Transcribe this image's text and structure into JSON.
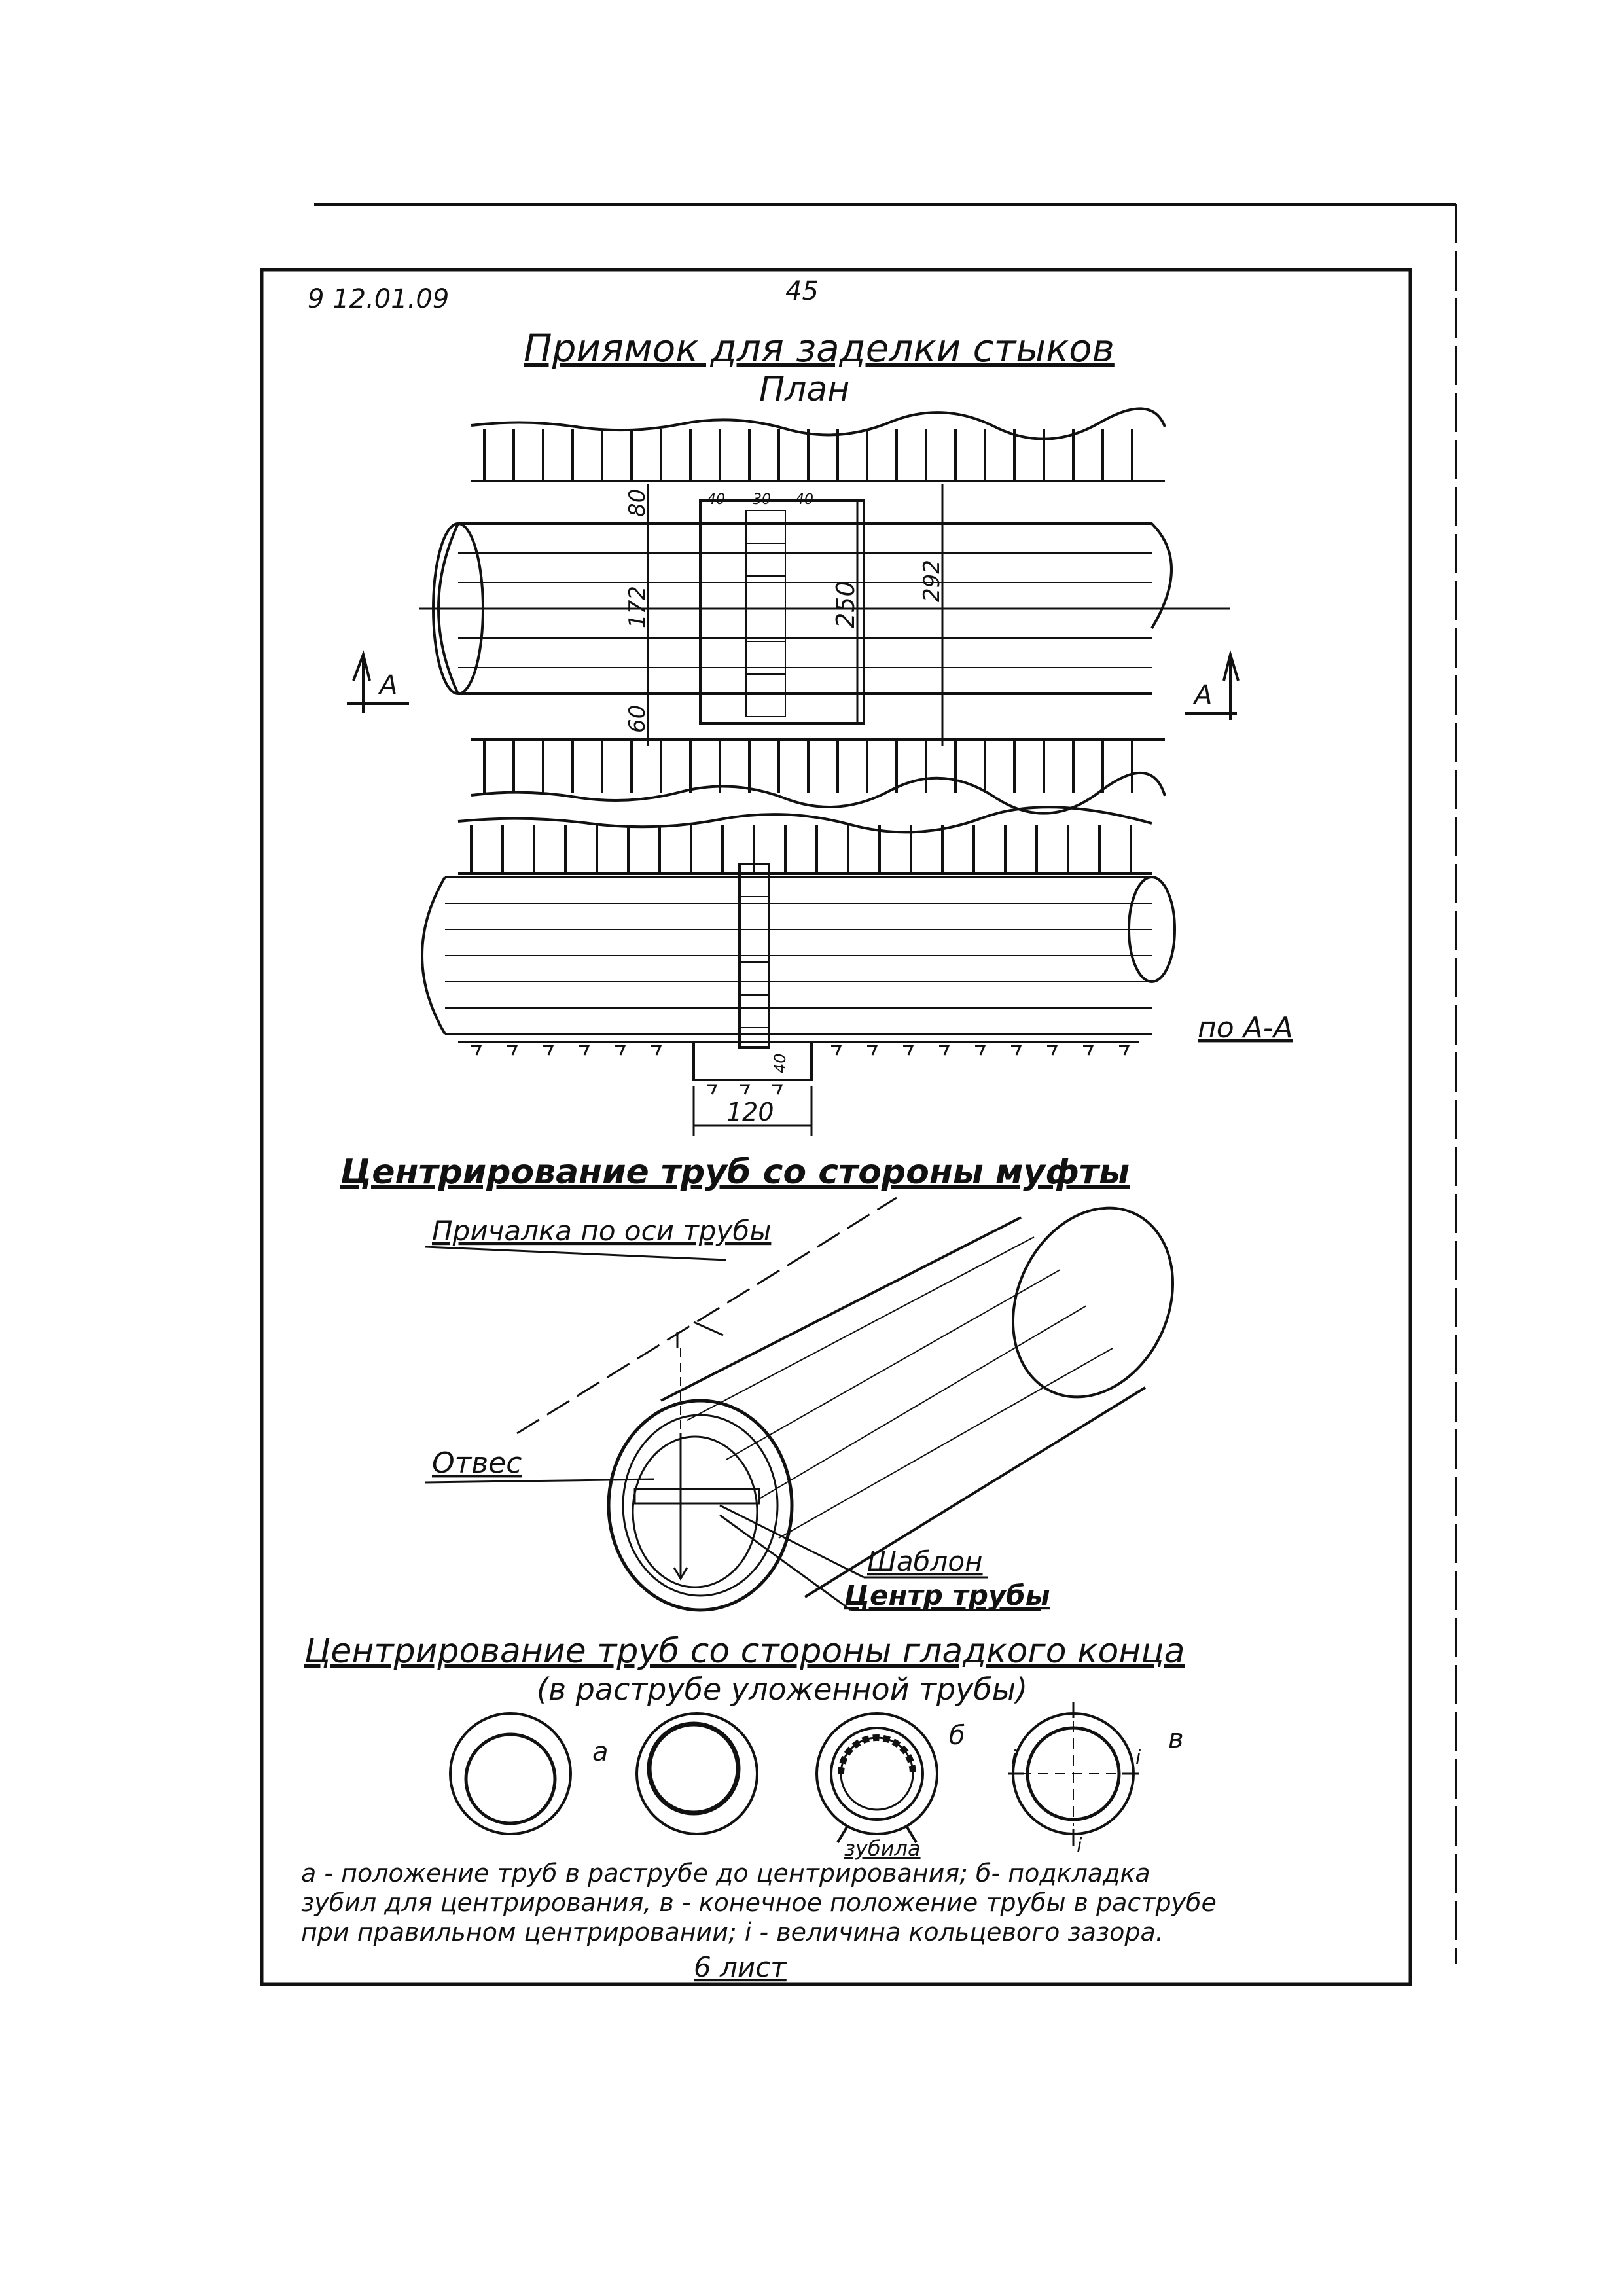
{
  "doc_code": "9 12.01.09",
  "page_number": "45",
  "section1": {
    "title": "Приямок для заделки стыков",
    "subtitle": "План",
    "section_mark": "А",
    "dims": {
      "top_offset": "80",
      "pipe_dia": "172",
      "bottom_offset": "60",
      "pit_depth": "250",
      "total": "292",
      "w1": "40",
      "w2": "30",
      "w3": "40",
      "pit_width": "120",
      "pit_bottom": "40"
    },
    "section_label": "по А-А"
  },
  "section2": {
    "title": "Центрирование труб со стороны муфты",
    "labels": {
      "axis_line": "Причалка по оси трубы",
      "plumb": "Отвес",
      "template": "Шаблон",
      "center": "Центр трубы"
    }
  },
  "section3": {
    "title": "Центрирование труб со стороны гладкого конца",
    "subtitle": "(в раструбе уложенной трубы)",
    "letters": {
      "a": "а",
      "b": "б",
      "c": "в",
      "gap_mark": "і"
    },
    "wedges": "зубила",
    "legend": [
      "а - положение труб в раструбе до центрирования; б- подкладка",
      "зубил для центрирования, в - конечное положение трубы в раструбе",
      "при правильном центрировании; і - величина кольцевого зазора."
    ]
  },
  "sheet_label": "6 лист",
  "colors": {
    "ink": "#111111",
    "paper": "#ffffff"
  }
}
